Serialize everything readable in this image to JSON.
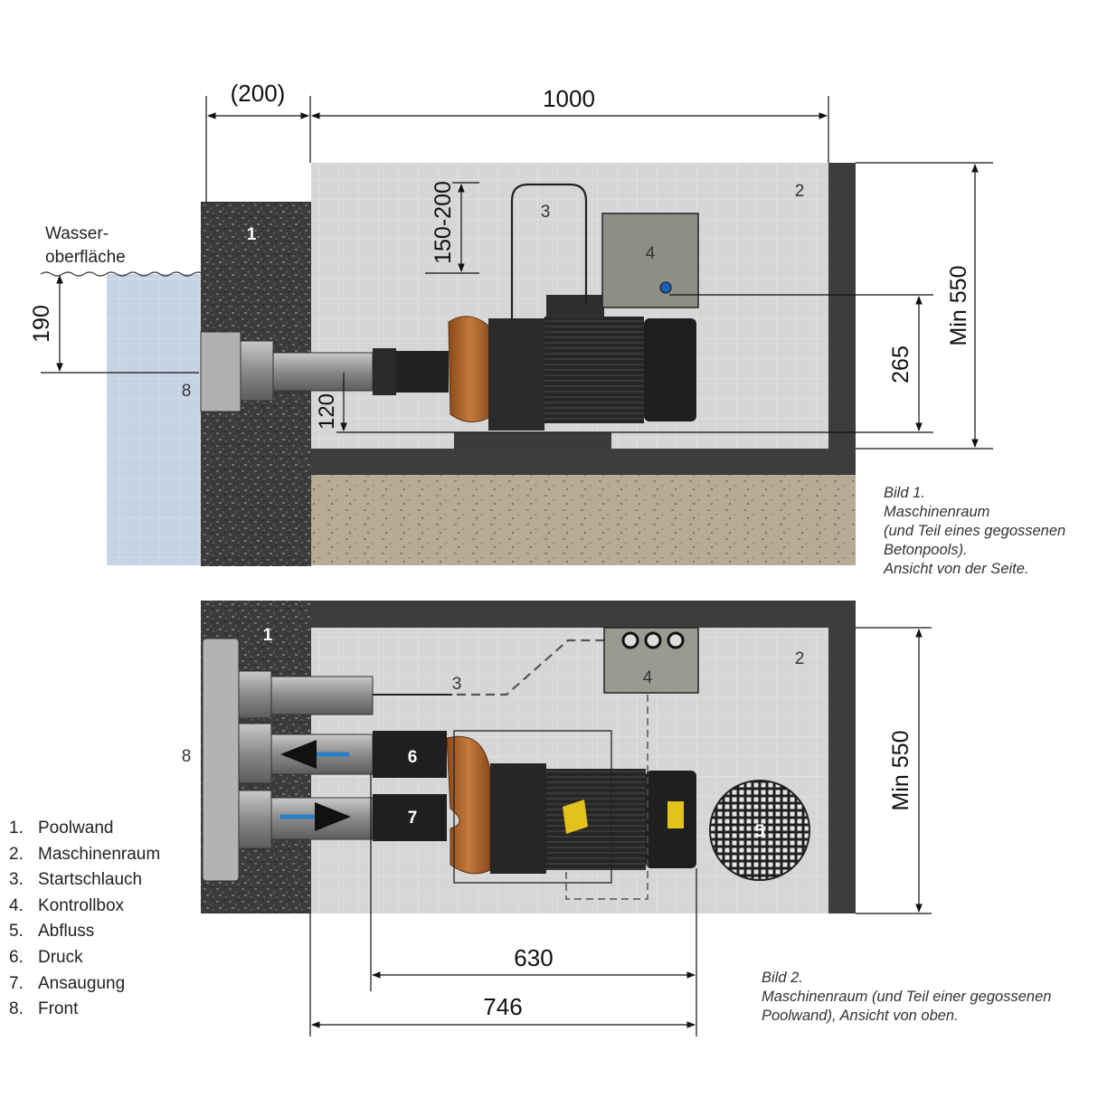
{
  "figure1": {
    "dims": {
      "wall_thickness": "(200)",
      "room_length": "1000",
      "hose_height": "150-200",
      "water_depth": "190",
      "inlet_height": "120",
      "box_height": "265",
      "room_height": "Min 550"
    },
    "water_label_line1": "Wasser-",
    "water_label_line2": "oberfläche",
    "markers": {
      "wall": "1",
      "room": "2",
      "hose": "3",
      "box": "4",
      "front": "8"
    },
    "caption": [
      "Bild 1.",
      "Maschinenraum",
      "(und Teil eines gegossenen",
      "Betonpools).",
      "Ansicht von der Seite."
    ]
  },
  "figure2": {
    "dims": {
      "pump_length": "630",
      "total_length": "746",
      "room_height": "Min 550"
    },
    "markers": {
      "wall": "1",
      "room": "2",
      "hose": "3",
      "box": "4",
      "drain": "5",
      "pressure": "6",
      "suction": "7",
      "front": "8"
    },
    "caption": [
      "Bild 2.",
      "Maschinenraum (und Teil einer gegossenen",
      "Poolwand), Ansicht von oben."
    ]
  },
  "legend": [
    {
      "num": "1.",
      "label": "Poolwand"
    },
    {
      "num": "2.",
      "label": "Maschinenraum"
    },
    {
      "num": "3.",
      "label": "Startschlauch"
    },
    {
      "num": "4.",
      "label": "Kontrollbox"
    },
    {
      "num": "5.",
      "label": "Abfluss"
    },
    {
      "num": "6.",
      "label": "Druck"
    },
    {
      "num": "7.",
      "label": "Ansaugung"
    },
    {
      "num": "8.",
      "label": "Front"
    }
  ],
  "colors": {
    "water": "#c9d5e6",
    "room_wall": "#d9d9d9",
    "dark_wall": "#3d3d3d",
    "granite": "#3a3a3a",
    "pump_orange": "#b8692c",
    "motor_black": "#232323",
    "control_box": "#8e8e84",
    "flow_arrow": "#2a7fc5",
    "pipe_grey": "#8f8f8f"
  }
}
